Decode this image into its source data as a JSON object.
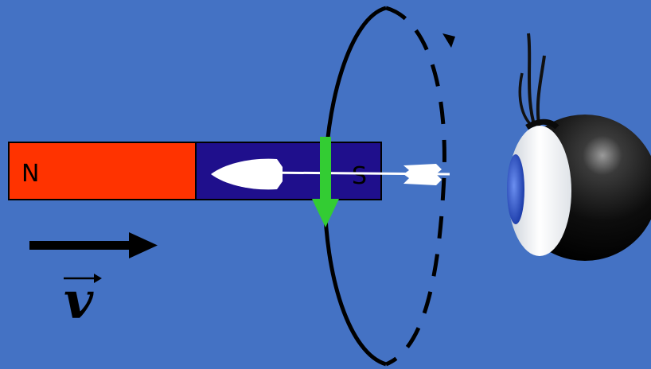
{
  "magnet": {
    "north_label": "N",
    "south_label": "S",
    "north_color": "#FF3300",
    "south_color": "#1F0F8C"
  },
  "velocity": {
    "label": "v",
    "color": "#000000"
  },
  "induced_field": {
    "color": "#33CC33"
  },
  "loop": {
    "color": "#000000"
  },
  "arrow_pointer": {
    "color": "#FFFFFF"
  },
  "observer": {
    "icon": "eye-icon"
  },
  "background_color": "#4472C4"
}
